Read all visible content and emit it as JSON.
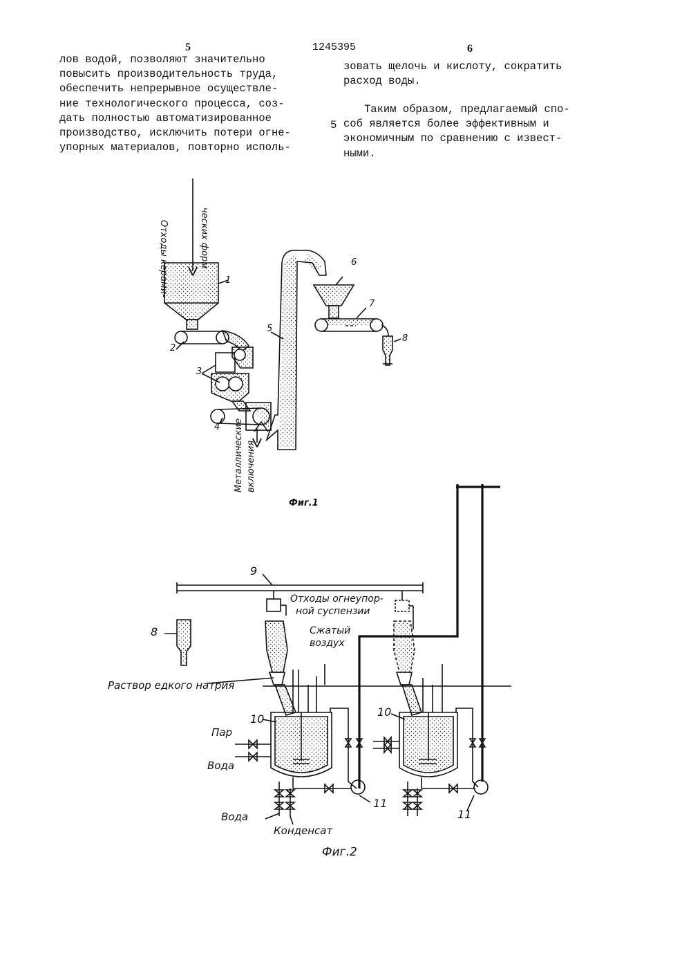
{
  "header": {
    "col_left_number": "5",
    "patent_number": "1245395",
    "col_right_number": "6"
  },
  "text": {
    "left_lines": [
      "лов водой, позволяют значительно",
      "повысить производительность труда,",
      "обеспечить непрерывное осуществле-",
      "ние технологического процесса, соз-",
      "дать полностью автоматизированное",
      "производство, исключить потери огне-",
      "упорных материалов, повторно исполь-"
    ],
    "right_lines_top": [
      "зовать щелочь и кислоту, сократить",
      "расход воды."
    ],
    "right_lines_bottom": [
      "Таким образом, предлагаемый спо-",
      "соб является более эффективным и",
      "экономичным по сравнению с извест-",
      "ными."
    ],
    "line_marker": "5"
  },
  "fig1": {
    "caption": "Фиг.1",
    "input_label_line1": "Отходы керами-",
    "input_label_line2": "ческих форм",
    "output_label_line1": "Металлические",
    "output_label_line2": "включения",
    "numbers": [
      "1",
      "2",
      "3",
      "4",
      "5",
      "6",
      "7",
      "8"
    ]
  },
  "fig2": {
    "caption": "Фиг.2",
    "labels": {
      "waste_line1": "Отходы огнеупор-",
      "waste_line2": "ной суспензии",
      "air_line1": "Сжатый",
      "air_line2": "воздух",
      "naoh": "Раствор едкого натрия",
      "steam": "Пар",
      "water_right": "Вода",
      "water_bottom": "Вода",
      "condensate": "Конденсат"
    },
    "numbers": {
      "n8": "8",
      "n9": "9",
      "n10_left": "10",
      "n10_right": "10",
      "n11_left": "11",
      "n11_right": "11"
    }
  }
}
